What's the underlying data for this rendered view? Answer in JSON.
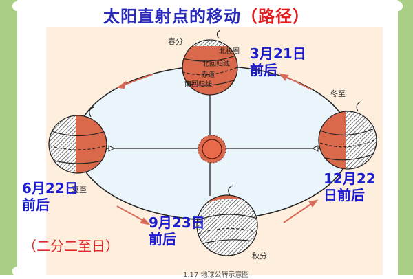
{
  "title": {
    "main": "太阳直射点的移动",
    "sub": "（路径）"
  },
  "note": "（二分二至日）",
  "dates": {
    "spring": {
      "line1": "3月21日",
      "line2": "前后"
    },
    "summer": {
      "line1": "6月22日",
      "line2": "前后"
    },
    "autumn": {
      "line1": "9月23日",
      "line2": "前后"
    },
    "winter": {
      "line1": "12月22",
      "line2": "日前后"
    }
  },
  "terms": {
    "spring": "春分",
    "summer": "夏至",
    "autumn": "秋分",
    "winter": "冬至"
  },
  "globe_labels": {
    "arctic_circle": "北极圈",
    "tropic_cancer": "北回归线",
    "equator": "赤道",
    "tropic_capricorn": "南回归线"
  },
  "caption": "1.17  地球公转示意图",
  "colors": {
    "title_blue": "#2a2ab8",
    "title_red": "#e02020",
    "date_blue": "#1c1ccf",
    "globe_lit": "#d9694a",
    "orbit_fill": "#eaf4fb",
    "panel_bg": "#fdeedd",
    "frame_green": "#a8cf85",
    "arrow": "#d86a5a"
  }
}
